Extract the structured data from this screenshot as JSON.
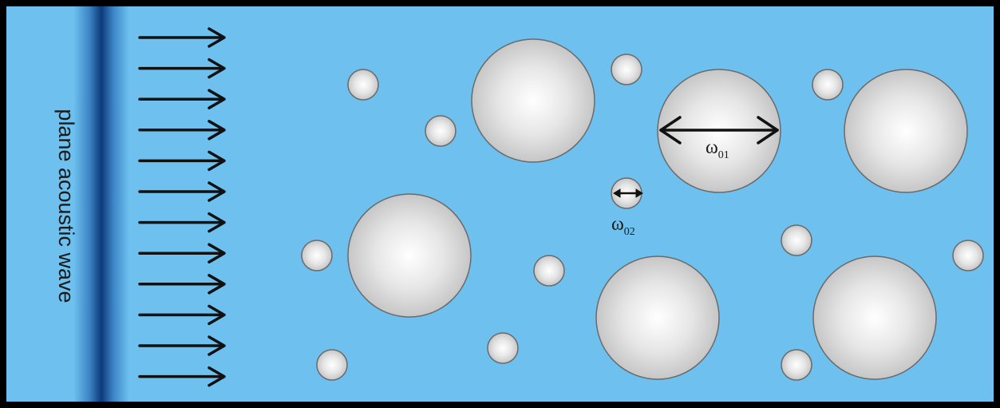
{
  "wave_label": "plane acoustic wave",
  "labels": {
    "large_bubble_width": {
      "symbol": "ω",
      "subscript": "01"
    },
    "small_bubble_width": {
      "symbol": "ω",
      "subscript": "02"
    }
  },
  "colors": {
    "medium": "#6ec1ef",
    "border": "#000000",
    "wavefront_dark": "#0c3a7a",
    "bubble_center": "#ffffff",
    "bubble_edge": "#c8c8c8",
    "bubble_stroke": "#6a6a6a",
    "arrow": "#111111"
  },
  "incident_arrow_count": 12,
  "icons": [
    "incident-arrow-icon",
    "double-headed-arrow-icon"
  ]
}
